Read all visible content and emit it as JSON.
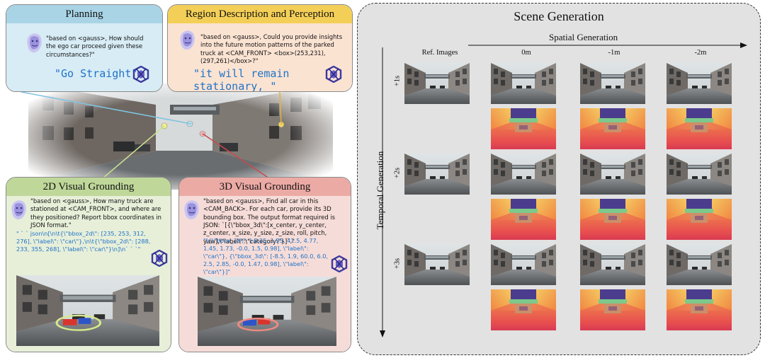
{
  "planning": {
    "title": "Planning",
    "question": "\"based on <gauss>, How should the ego car proceed given these circumstances?\"",
    "answer": "\"Go Straight\"",
    "header_color": "#a9d4e6",
    "body_color": "#d7ecf5"
  },
  "region": {
    "title": "Region Description and Perception",
    "question": "\"based on <gauss>, Could you provide insights into the future motion patterns of the parked truck at <CAM_FRONT> <box>(253,231),(297,261)</box>?\"",
    "answer": "\"it will remain stationary, \"",
    "header_color": "#f4cf57",
    "body_color": "#fbe3d2"
  },
  "grounding2d": {
    "title": "2D Visual Grounding",
    "question": "\"based on <gauss>, How many truck are stationed at <CAM_FRONT>, and where are they positioned? Report bbox coordinates in JSON format.\"",
    "answer": "\" ` ` json\\n[\\n\\t{\\\"bbox_2d\\\": [235, 253, 312, 276], \\\"label\\\": \\\"car\\\"},\\n\\t{\\\"bbox_2d\\\": [288, 233, 355, 268], \\\"label\\\": \\\"car\\\"}\\n]\\n` ` `\"",
    "header_color": "#bfd89a",
    "body_color": "#e7efd9"
  },
  "grounding3d": {
    "title": "3D Visual Grounding",
    "question": "\"based on <gauss>, Find all car in this <CAM_BACK>. For each car, provide its 3D bounding box. The output format required is JSON: `[{\\\"bbox_3d\\\":[x_center, y_center, z_center, x_size, y_size, z_size, roll, pitch, yaw],\\\"label\\\":\\\"category\\\"}]`.\"",
    "answer": "\"[{\\\"bbox_3d\\\": [-8.25, 1.95, 41.5, 4.77, 1.45, 1.73, -0.0, 1.5, 0.98], \\\"label\\\": \\\"car\\\"}, {\\\"bbox_3d\\\": [-8.5, 1.9, 60.0, 6.0, 2.5, 2.85, -0.0, 1.47, 0.98], \\\"label\\\": \\\"car\\\"}]\"",
    "header_color": "#ecaaa5",
    "body_color": "#f6dcd8"
  },
  "scene": {
    "title": "Scene Generation",
    "spatial_label": "Spatial Generation",
    "temporal_label": "Temporal Generation",
    "columns": [
      "Ref. Images",
      "0m",
      "-1m",
      "-2m"
    ],
    "rows": [
      "+1s",
      "+2s",
      "+3s"
    ]
  }
}
